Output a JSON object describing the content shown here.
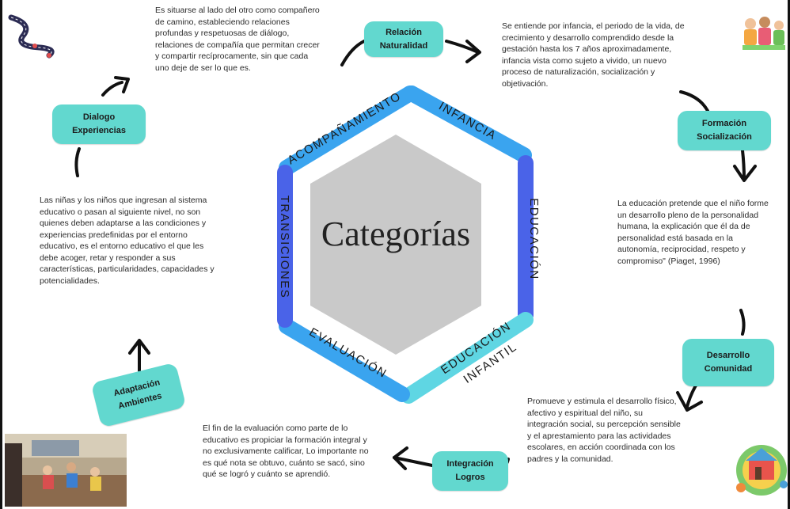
{
  "center": {
    "title": "Categorías"
  },
  "ring_labels": {
    "acompanamiento": "ACOMPAÑAMIENTO",
    "infancia": "INFANCIA",
    "educacion": "EDUCACIÓN",
    "educacion_infantil_1": "EDUCACIÓN",
    "educacion_infantil_2": "INFANTIL",
    "evaluacion": "EVALUACIÓN",
    "transiciones": "TRANSICIONES"
  },
  "nodes": {
    "relacion": {
      "line1": "Relación",
      "line2": "Naturalidad"
    },
    "dialogo": {
      "line1": "Dialogo",
      "line2": "Experiencias"
    },
    "formacion": {
      "line1": "Formación",
      "line2": "Socialización"
    },
    "desarrollo": {
      "line1": "Desarrollo",
      "line2": "Comunidad"
    },
    "integracion": {
      "line1": "Integración",
      "line2": "Logros"
    },
    "adaptacion": {
      "line1": "Adaptación",
      "line2": "Ambientes"
    }
  },
  "texts": {
    "acompanamiento_desc": "Es situarse al lado del otro como compañero de camino, estableciendo relaciones profundas y respetuosas de diálogo, relaciones de compañía que permitan crecer y compartir recíprocamente, sin que cada uno deje de ser lo que es.",
    "infancia_desc": "Se entiende por infancia, el periodo de la vida, de crecimiento y desarrollo comprendido desde la gestación hasta los 7 años aproximadamente, infancia vista como sujeto a vivido, un nuevo proceso de naturalización, socialización y objetivación.",
    "educacion_desc": "La educación pretende que el niño forme un desarrollo pleno de la personalidad humana, la explicación que él da de personalidad está basada en la autonomía, reciprocidad, respeto y compromiso\" (Piaget, 1996)",
    "educacion_infantil_desc": "Promueve y estimula el desarrollo físico, afectivo y espiritual del niño, su integración social, su percepción sensible y el aprestamiento para las actividades escolares, en acción coordinada con los padres y la comunidad.",
    "evaluacion_desc": "El fin de la evaluación como parte de lo educativo es propiciar la formación integral y no exclusivamente calificar, Lo importante no es qué nota se obtuvo, cuánto se sacó, sino qué se logró y cuánto se aprendió.",
    "transiciones_desc": "Las niñas y los niños que ingresan al sistema educativo o pasan al siguiente nivel, no son quienes deben adaptarse a las condiciones y experiencias predefinidas por el entorno educativo, es el entorno educativo el que les debe acoger, retar y responder a sus características, particularidades, capacidades y potencialidades."
  },
  "colors": {
    "pill": "#62d8cf",
    "hexagon": "#c9c9c9",
    "ring_dark": "#4a63e8",
    "ring_mid": "#3aa4ef",
    "ring_light": "#5fd6e3",
    "arrow": "#111111"
  },
  "icons": {
    "road": "winding-road-icon",
    "children": "children-group-icon",
    "classroom": "classroom-photo",
    "globe": "school-globe-icon"
  }
}
